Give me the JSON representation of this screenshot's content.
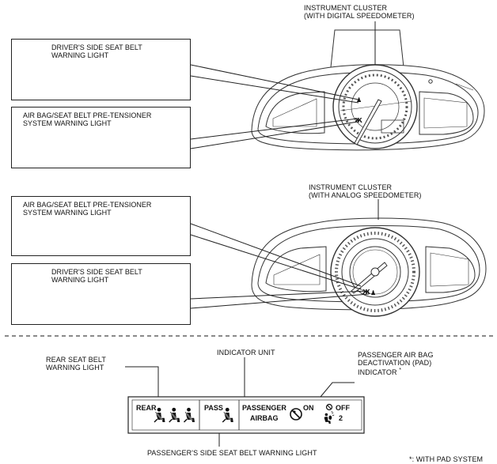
{
  "clusters": {
    "digital": {
      "title_line1": "INSTRUMENT CLUSTER",
      "title_line2": "(WITH DIGITAL SPEEDOMETER)"
    },
    "analog": {
      "title_line1": "INSTRUMENT CLUSTER",
      "title_line2": "(WITH ANALOG SPEEDOMETER)"
    }
  },
  "callouts": {
    "driver_top": {
      "line1": "DRIVER'S SIDE SEAT BELT",
      "line2": "WARNING LIGHT"
    },
    "airbag_top": {
      "line1": "AIR BAG/SEAT BELT PRE-TENSIONER",
      "line2": "SYSTEM WARNING LIGHT"
    },
    "airbag_mid": {
      "line1": "AIR BAG/SEAT BELT PRE-TENSIONER",
      "line2": "SYSTEM WARNING LIGHT"
    },
    "driver_mid": {
      "line1": "DRIVER'S SIDE SEAT BELT",
      "line2": "WARNING LIGHT"
    }
  },
  "indicator_unit": {
    "title": "INDICATOR UNIT",
    "rear_label_line1": "REAR SEAT BELT",
    "rear_label_line2": "WARNING LIGHT",
    "pad_label_line1": "PASSENGER AIR BAG",
    "pad_label_line2": "DEACTIVATION (PAD)",
    "pad_label_line3": "INDICATOR",
    "pad_asterisk": "*",
    "panel": {
      "rear": "REAR",
      "pass": "PASS",
      "passenger": "PASSENGER",
      "airbag": "AIRBAG",
      "on": "ON",
      "off": "OFF",
      "two": "2"
    },
    "passenger_label": "PASSENGER'S SIDE SEAT BELT WARNING LIGHT"
  },
  "footnote": "*: WITH PAD SYSTEM",
  "icons": [
    "seatbelt-icon",
    "airbag-icon",
    "pad-on-icon",
    "pad-off-icon"
  ]
}
